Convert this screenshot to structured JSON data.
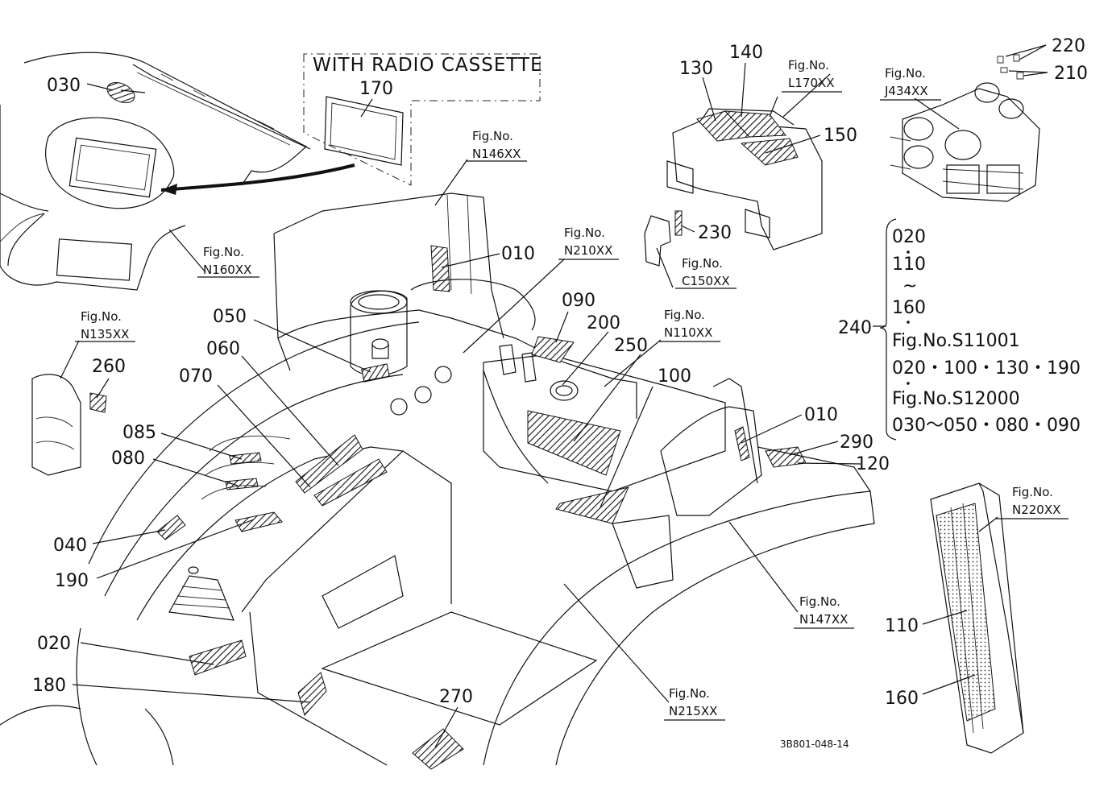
{
  "header_box": {
    "title": "WITH RADIO CASSETTE",
    "part": "170"
  },
  "parts": [
    {
      "id": "p-030",
      "text": "030"
    },
    {
      "id": "p-130",
      "text": "130"
    },
    {
      "id": "p-140",
      "text": "140"
    },
    {
      "id": "p-150",
      "text": "150"
    },
    {
      "id": "p-220",
      "text": "220"
    },
    {
      "id": "p-210",
      "text": "210"
    },
    {
      "id": "p-230",
      "text": "230"
    },
    {
      "id": "p-010a",
      "text": "010"
    },
    {
      "id": "p-050",
      "text": "050"
    },
    {
      "id": "p-090",
      "text": "090"
    },
    {
      "id": "p-200",
      "text": "200"
    },
    {
      "id": "p-060",
      "text": "060"
    },
    {
      "id": "p-250",
      "text": "250"
    },
    {
      "id": "p-260",
      "text": "260"
    },
    {
      "id": "p-070",
      "text": "070"
    },
    {
      "id": "p-100",
      "text": "100"
    },
    {
      "id": "p-010b",
      "text": "010"
    },
    {
      "id": "p-085",
      "text": "085"
    },
    {
      "id": "p-290",
      "text": "290"
    },
    {
      "id": "p-080",
      "text": "080"
    },
    {
      "id": "p-120",
      "text": "120"
    },
    {
      "id": "p-040",
      "text": "040"
    },
    {
      "id": "p-190",
      "text": "190"
    },
    {
      "id": "p-110",
      "text": "110"
    },
    {
      "id": "p-020",
      "text": "020"
    },
    {
      "id": "p-160",
      "text": "160"
    },
    {
      "id": "p-180",
      "text": "180"
    },
    {
      "id": "p-270",
      "text": "270"
    }
  ],
  "figs": [
    {
      "id": "f-l170",
      "top": "Fig.No.",
      "num": "L170XX"
    },
    {
      "id": "f-j434",
      "top": "Fig.No.",
      "num": "J434XX"
    },
    {
      "id": "f-n146",
      "top": "Fig.No.",
      "num": "N146XX"
    },
    {
      "id": "f-n160",
      "top": "Fig.No.",
      "num": "N160XX"
    },
    {
      "id": "f-n210",
      "top": "Fig.No.",
      "num": "N210XX"
    },
    {
      "id": "f-c150",
      "top": "Fig.No.",
      "num": "C150XX"
    },
    {
      "id": "f-n135",
      "top": "Fig.No.",
      "num": "N135XX"
    },
    {
      "id": "f-n110",
      "top": "Fig.No.",
      "num": "N110XX"
    },
    {
      "id": "f-n220",
      "top": "Fig.No.",
      "num": "N220XX"
    },
    {
      "id": "f-n147",
      "top": "Fig.No.",
      "num": "N147XX"
    },
    {
      "id": "f-n215",
      "top": "Fig.No.",
      "num": "N215XX"
    }
  ],
  "legend": {
    "ref": "240",
    "lines": [
      "020",
      "110",
      "~",
      "160",
      "Fig.No.S11001",
      "020・100・130・190",
      "Fig.No.S12000",
      "030～050・080・090"
    ]
  },
  "drawing_number": "3B801-048-14"
}
